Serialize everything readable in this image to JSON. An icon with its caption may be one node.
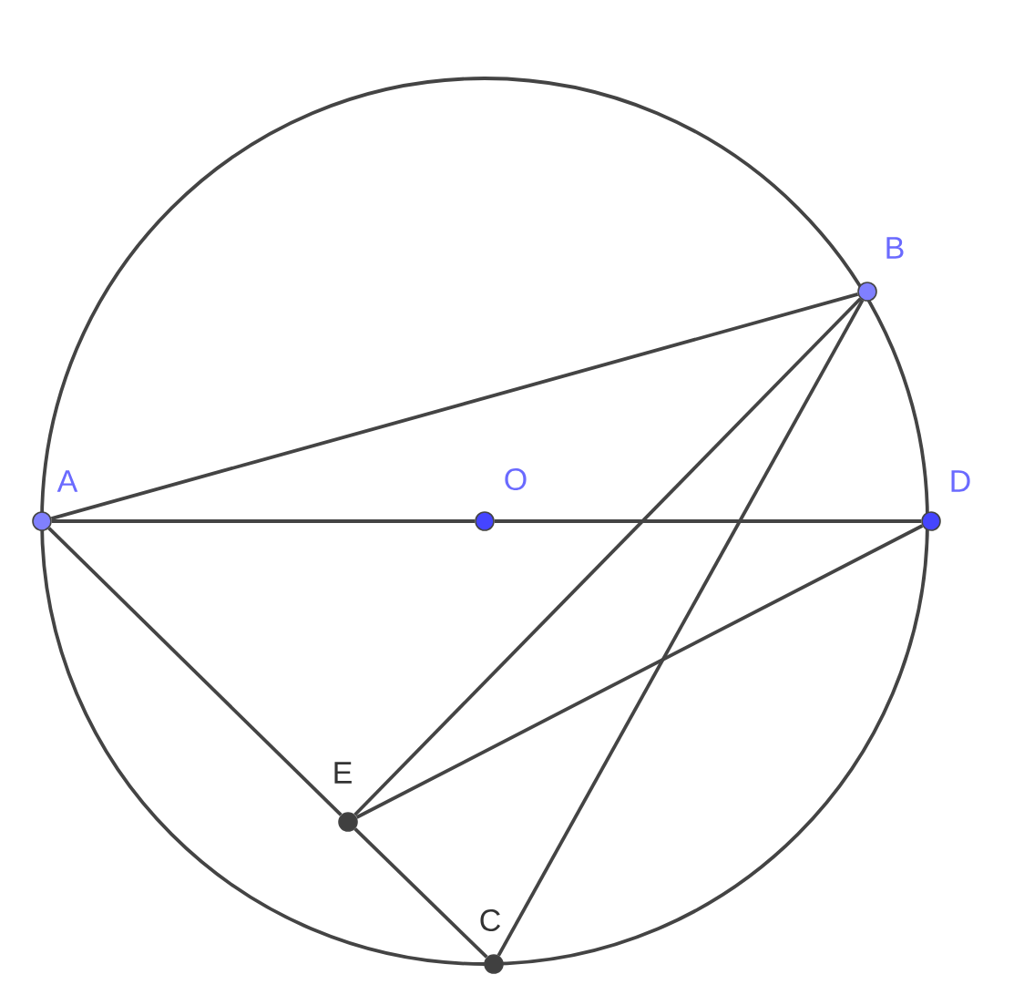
{
  "diagram": {
    "nodes": [
      {
        "text": [],
        "shape": "circle",
        "beside": [
          "A"
        ]
      },
      {
        "text": [],
        "shape": "circle",
        "beside": [
          "B"
        ]
      },
      {
        "text": [],
        "shape": "circle",
        "beside": [
          "O"
        ]
      },
      {
        "text": [],
        "shape": "circle",
        "beside": [
          "D"
        ]
      },
      {
        "text": [],
        "shape": "circle",
        "beside": [
          "E"
        ]
      },
      {
        "text": [],
        "shape": "circle",
        "beside": [
          "C"
        ]
      }
    ],
    "edges": [
      {
        "from": 0,
        "to": 1,
        "arrow": "none"
      },
      {
        "from": 0,
        "to": 2,
        "arrow": "none"
      },
      {
        "from": 2,
        "to": 3,
        "arrow": "none"
      },
      {
        "from": 1,
        "to": 4,
        "arrow": "none"
      },
      {
        "from": 1,
        "to": 5,
        "arrow": "none"
      },
      {
        "from": 3,
        "to": 4,
        "arrow": "none"
      },
      {
        "from": 0,
        "to": 4,
        "arrow": "none"
      },
      {
        "from": 4,
        "to": 5,
        "arrow": "none"
      }
    ]
  }
}
